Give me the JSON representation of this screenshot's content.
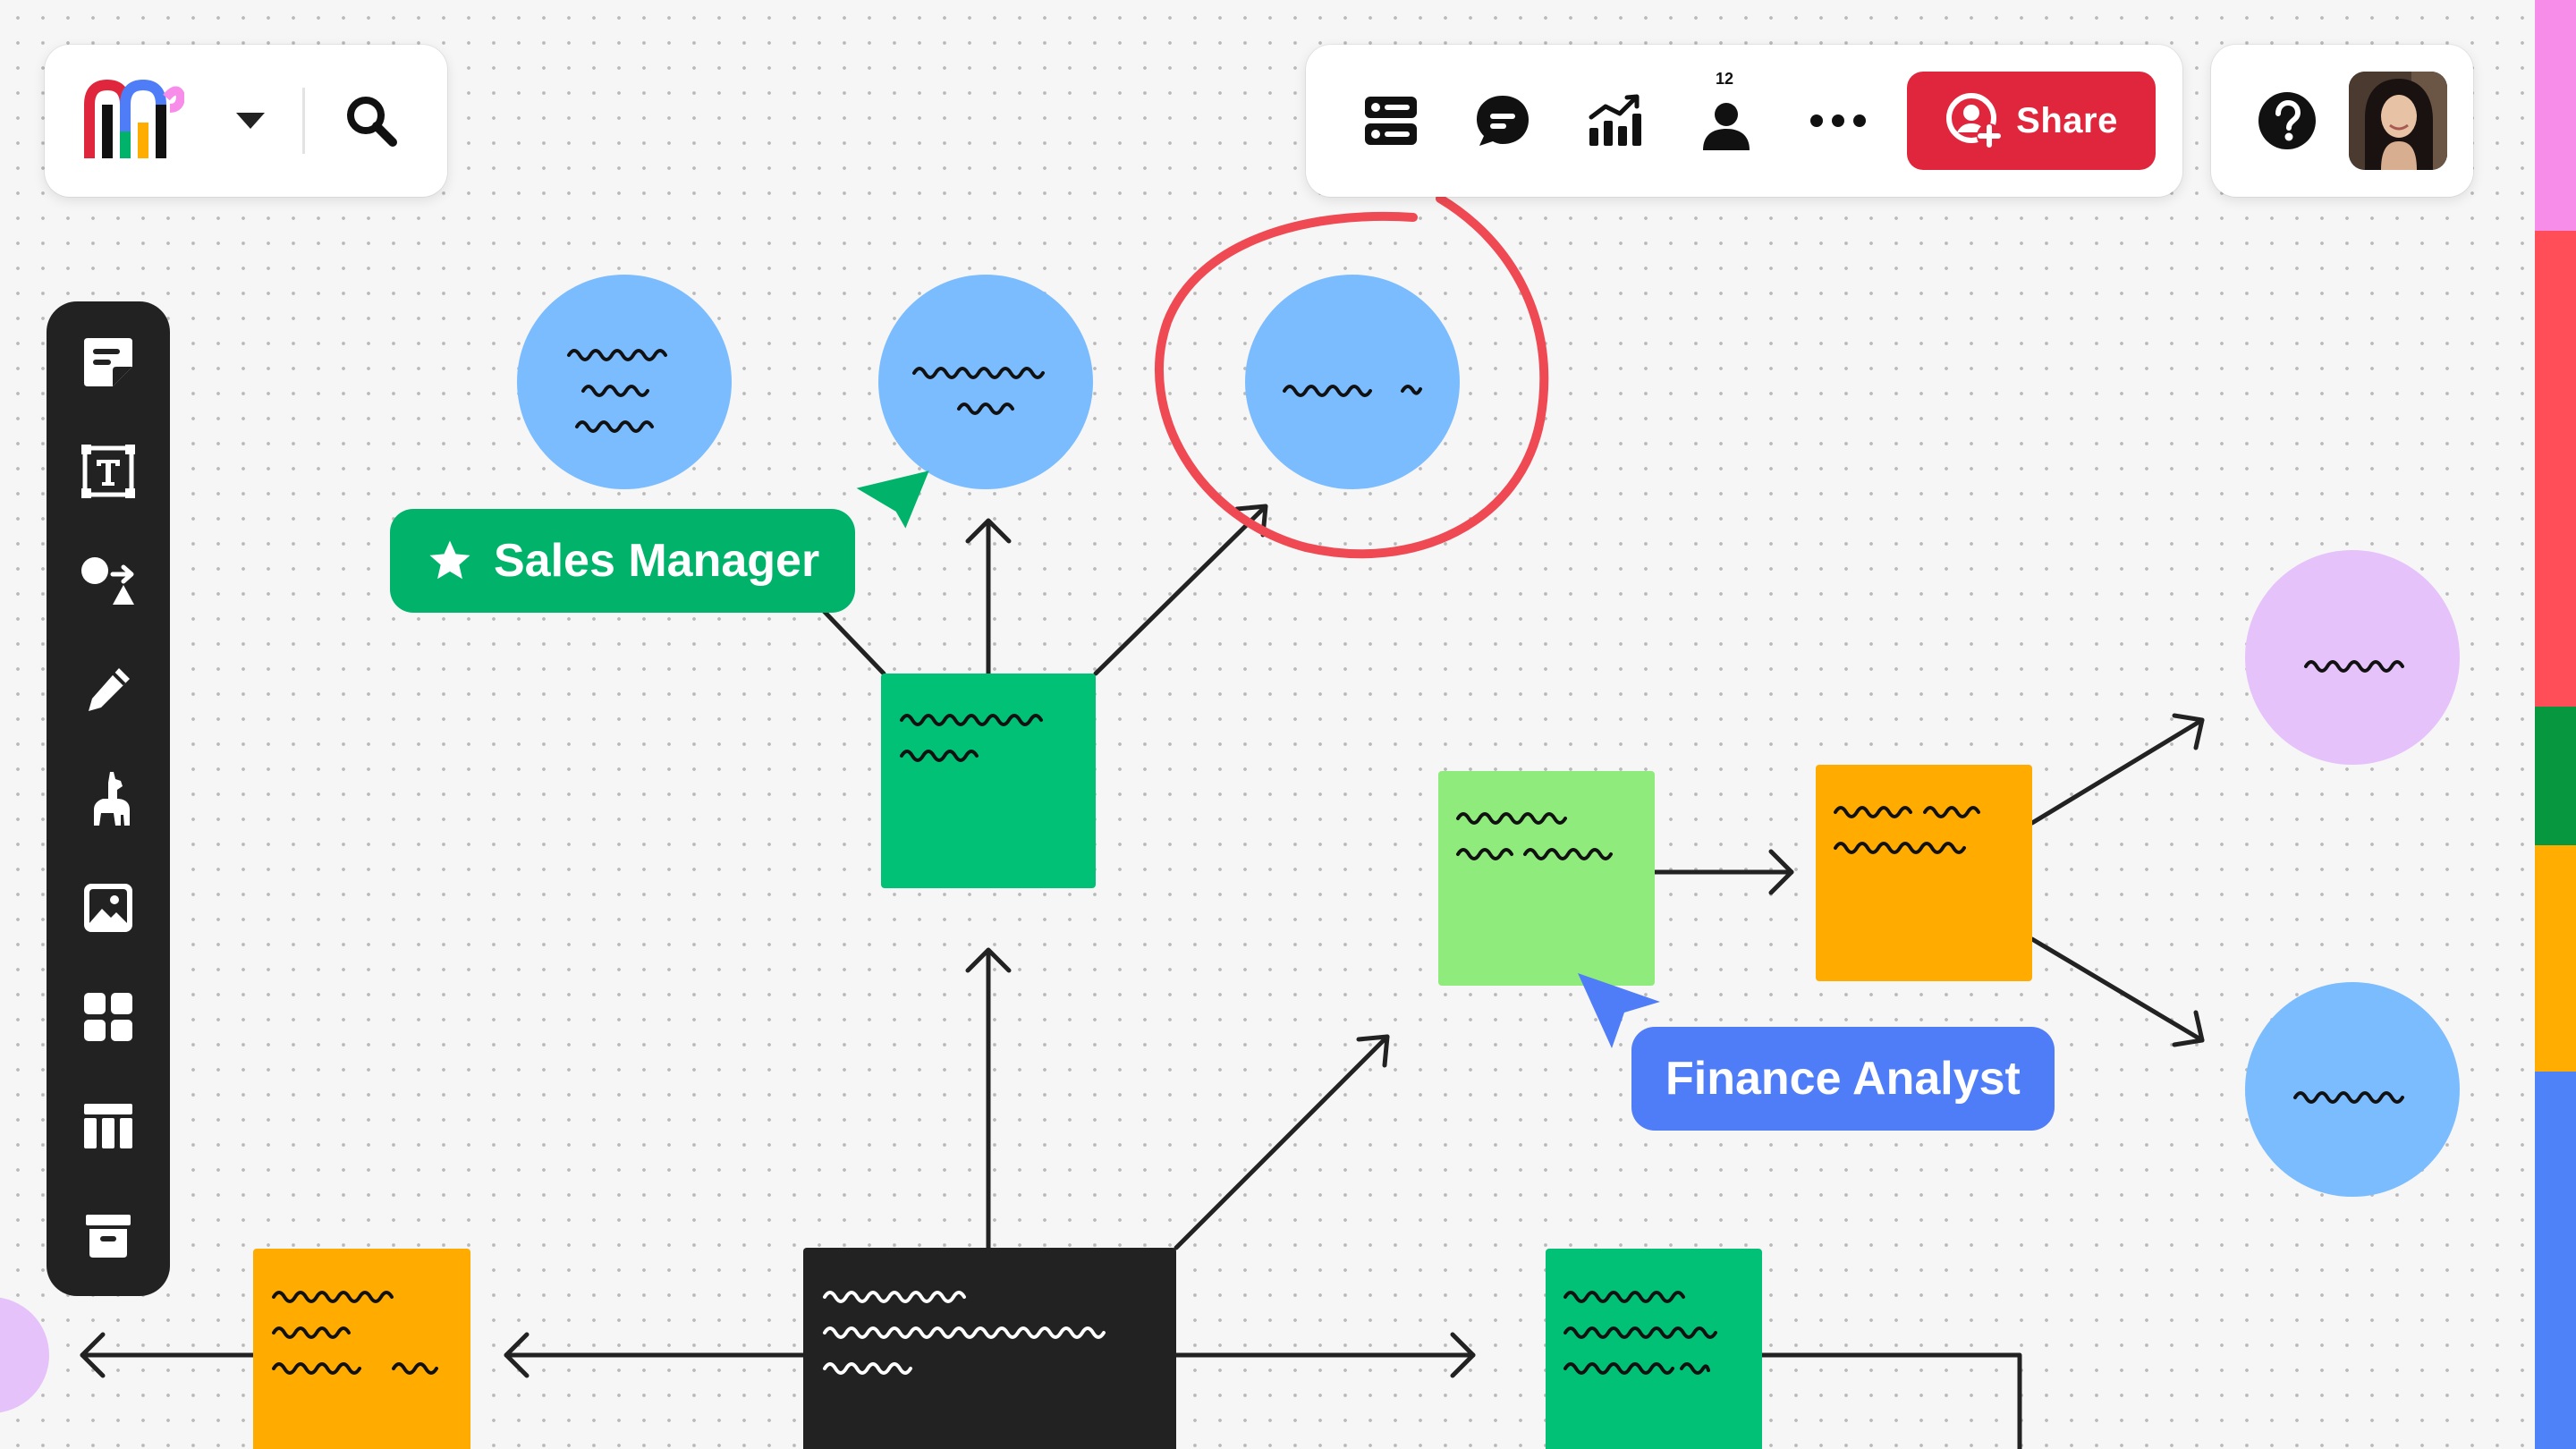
{
  "topbar": {
    "logo_icon": "miro-logo-icon",
    "menu_icon": "chevron-down-icon",
    "search_icon": "search-icon",
    "collab_icons": [
      "board-list-icon",
      "comment-icon",
      "analytics-icon",
      "users-icon",
      "more-icon"
    ],
    "users_count": "12",
    "share_label": "Share",
    "share_color": "#e0263c",
    "help_icon": "help-icon"
  },
  "tools": [
    "sticky-note-icon",
    "text-icon",
    "shapes-icon",
    "pen-icon",
    "llama-icon",
    "image-icon",
    "templates-icon",
    "table-icon",
    "archive-icon"
  ],
  "cursors": {
    "sales_manager": {
      "label": "Sales Manager",
      "color": "#01b36a"
    },
    "finance_analyst": {
      "label": "Finance Analyst",
      "color": "#4f7cf7"
    }
  },
  "colors": {
    "blue_circle": "#7bbcff",
    "purple_circle": "#e6c2fa",
    "green_sticky": "#00c175",
    "lime_sticky": "#8feb7b",
    "orange_sticky": "#ffab00",
    "black_sticky": "#222222",
    "annotation_red": "#ef4a53",
    "side_strip": [
      "#f78de9",
      "#ff4e58",
      "#06973f",
      "#ffad00",
      "#4e82f9"
    ]
  }
}
